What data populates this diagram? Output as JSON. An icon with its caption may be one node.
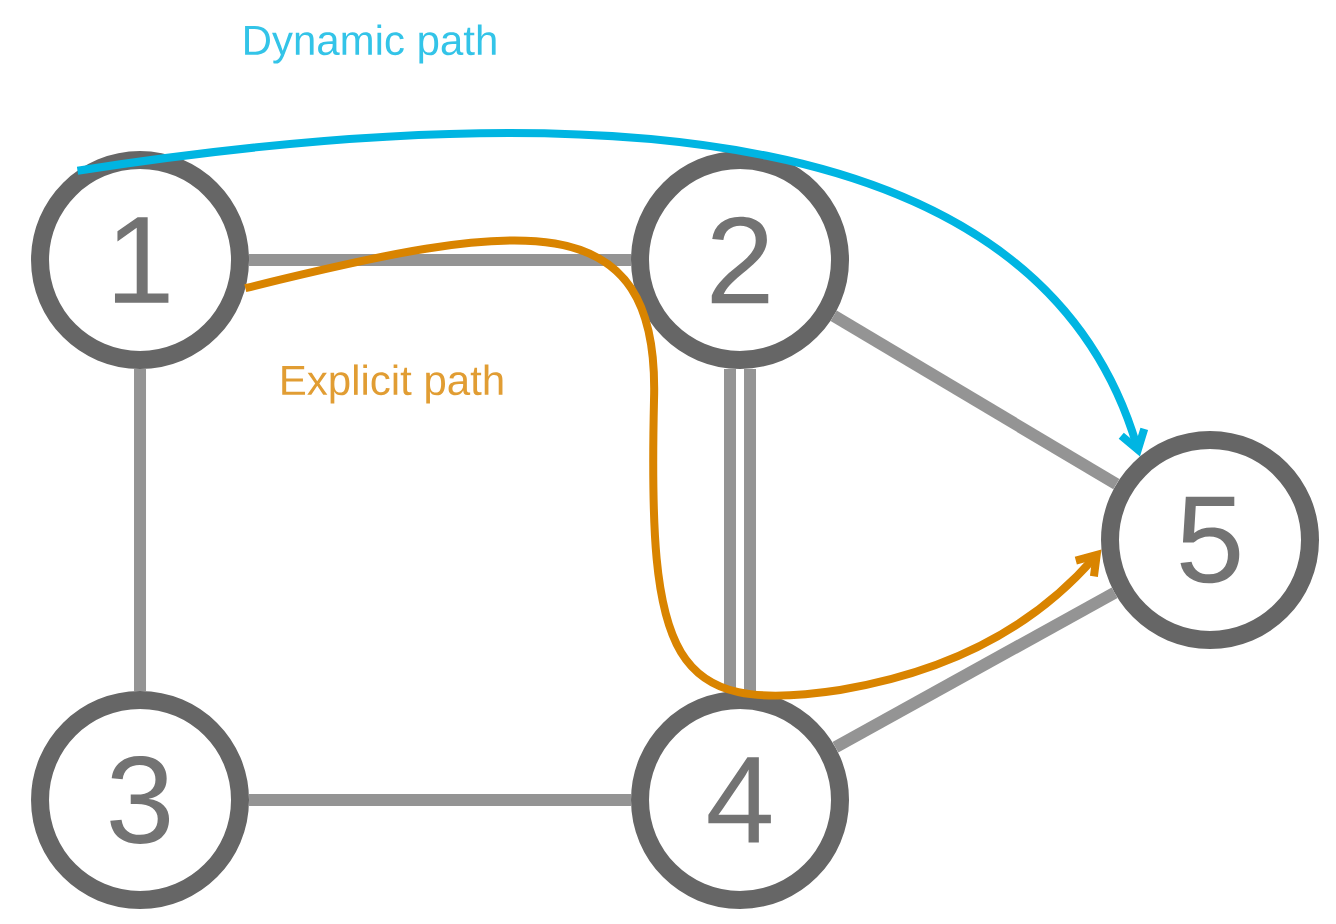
{
  "diagram": {
    "nodes": [
      {
        "text": [
          "1"
        ]
      },
      {
        "text": [
          "2"
        ]
      },
      {
        "text": [
          "3"
        ]
      },
      {
        "text": [
          "4"
        ]
      },
      {
        "text": [
          "5"
        ]
      }
    ],
    "edges": [
      {
        "from": 0,
        "to": 1,
        "arrow": "none"
      },
      {
        "from": 0,
        "to": 2,
        "arrow": "none"
      },
      {
        "from": 2,
        "to": 3,
        "arrow": "none"
      },
      {
        "from": 1,
        "to": 3,
        "arrow": "none"
      },
      {
        "from": 1,
        "to": 3,
        "arrow": "none"
      },
      {
        "from": 1,
        "to": 4,
        "arrow": "none"
      },
      {
        "from": 3,
        "to": 4,
        "arrow": "none"
      },
      {
        "from": 0,
        "to": 4,
        "arrow": "to",
        "label": "Dynamic path",
        "color": "#00b5e2"
      },
      {
        "from": 0,
        "to": 4,
        "arrow": "to",
        "label": "Explicit path",
        "color": "#d98400"
      }
    ]
  }
}
